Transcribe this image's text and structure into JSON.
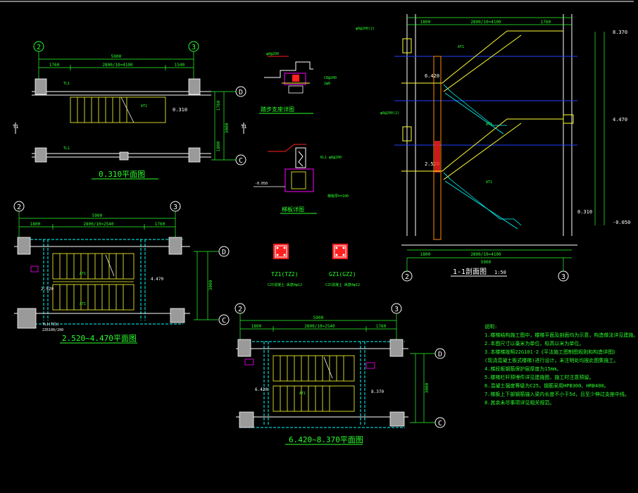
{
  "colors": {
    "bg": "#000000",
    "wall": "#ffffff",
    "dim": "#2bff2b",
    "yellow": "#ffff33",
    "cyan": "#00ffff",
    "magenta": "#ff00ff",
    "red": "#ff2020",
    "blue": "#2040ff",
    "orange": "#ff8c00",
    "gray": "#9a9a9a",
    "label": "#c0ff40"
  },
  "axes": {
    "a2": "2",
    "a3": "3",
    "aD": "D",
    "aC": "C"
  },
  "plan1": {
    "title": "0.310平面图",
    "dim_total": "5900",
    "dim_mid": "2800/10=4100",
    "dim_right": "1540",
    "dim_left": "1760",
    "side_label": "T1",
    "level": "0.310",
    "vdim_top": "1760",
    "vdim_mid": "3000",
    "vdim_bot": "1800"
  },
  "plan2": {
    "title": "2.520~4.470平面图",
    "dim_total": "5900",
    "dim_mid": "2800/10=2540",
    "dim_right": "1760",
    "dim_left": "1800",
    "level_a": "2.520",
    "level_b": "4.470",
    "note_a": "TL1(TZ1)",
    "note_b": "2Z6100/200",
    "vdim": "3000"
  },
  "plan3": {
    "title": "6.420~8.370平面图",
    "dim_total": "5900",
    "dim_mid": "2800/10=2540",
    "dim_right": "1760",
    "dim_left": "1800",
    "level_a": "6.420",
    "level_b": "8.370",
    "vdim": "3000"
  },
  "detail1": {
    "title": "踏步支座详图"
  },
  "detail2": {
    "title": "梯板详图",
    "lvl": "-0.050"
  },
  "columns": {
    "a_title": "TZ1(TZ2)",
    "b_title": "GZ1(GZ2)",
    "a_sub": "C25混凝土  纵筋4φ12",
    "b_sub": "C25混凝土  纵筋4φ12"
  },
  "section": {
    "title": "1-1剖面图",
    "scale": "1:50",
    "lvl_top": "8.370",
    "lvl_mid1": "4.470",
    "lvl_mid2": "6.420",
    "lvl_mid3": "2.520",
    "lvl_low": "0.310",
    "lvl_bot": "-0.050",
    "dim_top": "2800/10=4100",
    "dim_top_r": "1760",
    "dim_top_l": "1800",
    "dim_bot": "2800/10=4100",
    "dim_bot_l": "1800",
    "dim_total": "5900"
  },
  "notes": {
    "title": "说明:",
    "lines": [
      "1.楼梯结构施工图中，楼梯平面及剖面均为示意，构造做法详见建施。",
      "2.本图尺寸以毫米为单位，标高以米为单位。",
      "3.本楼梯按照22G101-2《平法施工图制图规则和构造详图》",
      "  (现浇混凝土板式楼梯)进行设计，未注明处均按此图集施工。",
      "4.梯段板钢筋保护层厚度为15mm。",
      "5.楼梯栏杆预埋件详见建施图，施工时注意预留。",
      "6.混凝土强度等级为C25，钢筋采用HPB300、HRB400。",
      "7.梯板上下部钢筋锚入梁内长度不小于5d，且至少伸过支座中线。",
      "8.其余未尽事项详见相关规范。"
    ]
  }
}
